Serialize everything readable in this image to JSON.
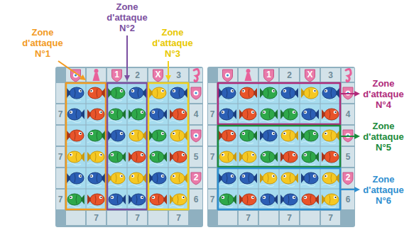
{
  "diagram": {
    "labels": [
      "Zone d'attaque N°1",
      "Zone d'attaque N°2",
      "Zone d'attaque N°3",
      "1",
      "2",
      "X",
      "3",
      "7",
      "7",
      "7",
      "4",
      "5",
      "2",
      "6",
      "7",
      "7",
      "7",
      "1",
      "2",
      "X",
      "3",
      "7",
      "7",
      "7",
      "4",
      "5",
      "2",
      "6",
      "7",
      "7",
      "7",
      "Zone d'attaque N°4",
      "Zone d'attaque N°5",
      "Zone d'attaque N°6"
    ]
  }
}
